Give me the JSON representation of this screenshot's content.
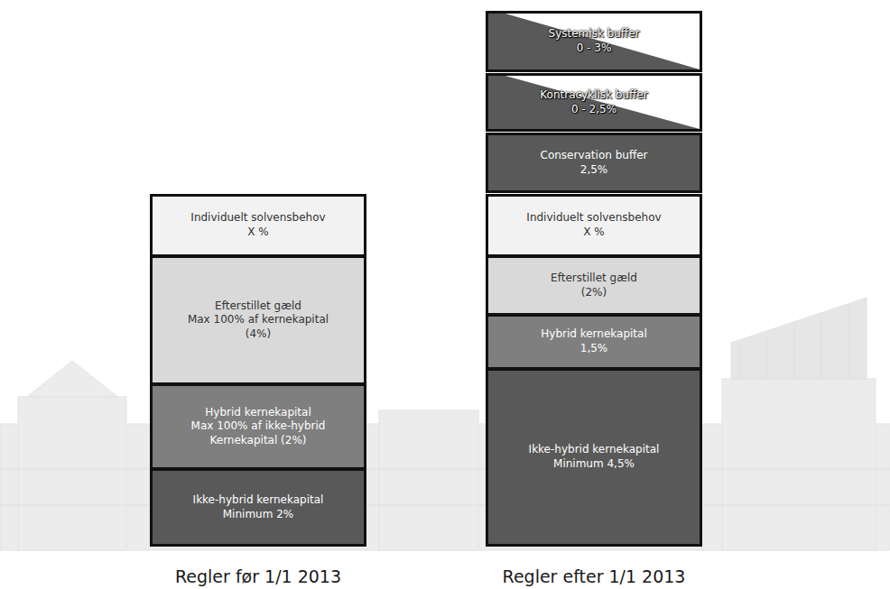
{
  "diagram": {
    "nodes": [
      {
        "text": [
          "Individuelt solvensbehov",
          "X %"
        ]
      },
      {
        "text": [
          "Efterstillet gæld",
          "Max 100% af kernekapital",
          "(4%)"
        ]
      },
      {
        "text": [
          "Hybrid kernekapital",
          "Max 100% af ikke-hybrid Kernekapital (2%)"
        ]
      },
      {
        "text": [
          "Ikke-hybrid kernekapital",
          "Minimum 2%"
        ]
      },
      {
        "text": [
          "Systemisk buffer",
          "0 - 3%"
        ]
      },
      {
        "text": [
          "Kontracyklisk buffer",
          "0 - 2,5%"
        ]
      },
      {
        "text": [
          "Conservation buffer",
          "2,5%"
        ]
      },
      {
        "text": [
          "Individuelt solvensbehov",
          "X %"
        ]
      },
      {
        "text": [
          "Efterstillet gæld",
          "(2%)"
        ]
      },
      {
        "text": [
          "Hybrid kernekapital",
          "1,5%"
        ]
      },
      {
        "text": [
          "Ikke-hybrid kernekapital",
          "Minimum 4,5%"
        ]
      }
    ],
    "labels": [
      "Regler før 1/1 2013",
      "Regler efter 1/1 2013"
    ]
  }
}
